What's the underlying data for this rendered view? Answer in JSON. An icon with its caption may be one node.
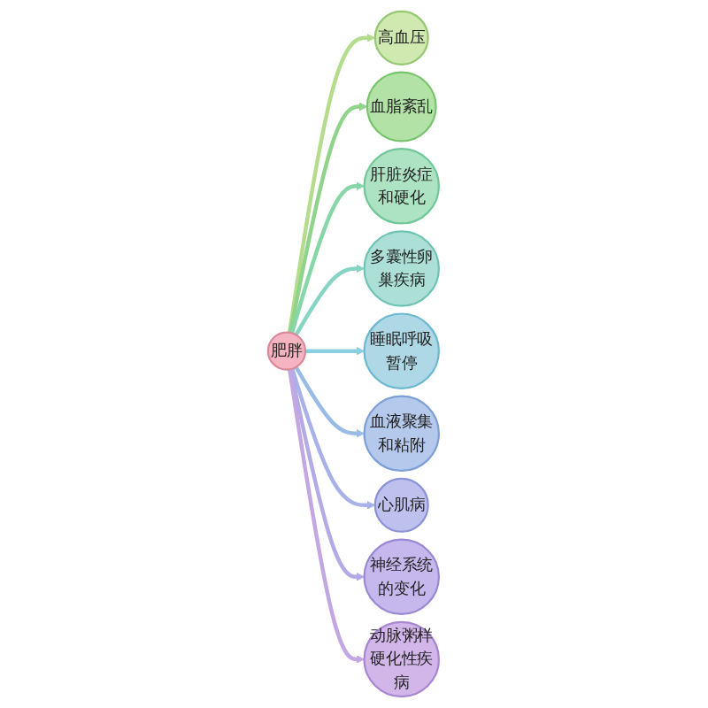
{
  "diagram": {
    "nodes": [
      {
        "text": [
          "肥胖"
        ]
      },
      {
        "text": [
          "高血压"
        ]
      },
      {
        "text": [
          "血脂紊乱"
        ]
      },
      {
        "text": [
          "肝脏炎症和硬化"
        ]
      },
      {
        "text": [
          "多囊性卵巢疾病"
        ]
      },
      {
        "text": [
          "睡眠呼吸暂停"
        ]
      },
      {
        "text": [
          "血液聚集和粘附"
        ]
      },
      {
        "text": [
          "心肌病"
        ]
      },
      {
        "text": [
          "神经系统的变化"
        ]
      },
      {
        "text": [
          "动脉粥样硬化性疾病"
        ]
      }
    ],
    "edges": [
      {
        "from": 0,
        "to": 1,
        "arrow": "to",
        "color": "#b5dc8c"
      },
      {
        "from": 0,
        "to": 2,
        "arrow": "to",
        "color": "#8fd48a"
      },
      {
        "from": 0,
        "to": 3,
        "arrow": "to",
        "color": "#86d6a8"
      },
      {
        "from": 0,
        "to": 4,
        "arrow": "to",
        "color": "#86d4c4"
      },
      {
        "from": 0,
        "to": 5,
        "arrow": "to",
        "color": "#8ccfe0"
      },
      {
        "from": 0,
        "to": 6,
        "arrow": "to",
        "color": "#98bce6"
      },
      {
        "from": 0,
        "to": 7,
        "arrow": "to",
        "color": "#a8b2e8"
      },
      {
        "from": 0,
        "to": 8,
        "arrow": "to",
        "color": "#b4aae6"
      },
      {
        "from": 0,
        "to": 9,
        "arrow": "to",
        "color": "#c4a6e2"
      }
    ]
  }
}
